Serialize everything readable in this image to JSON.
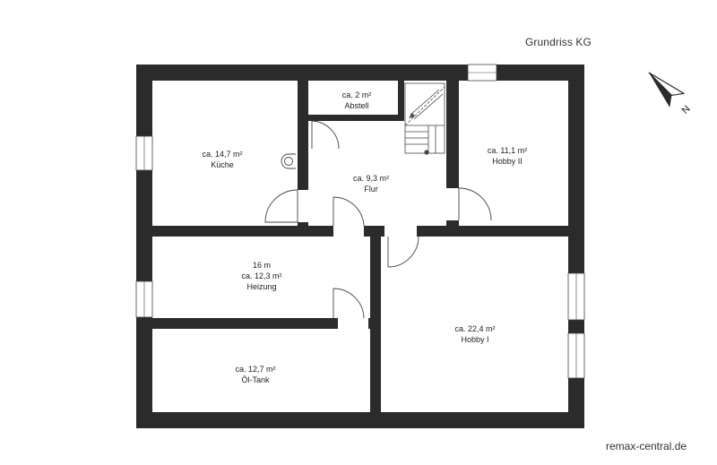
{
  "title": "Grundriss KG",
  "watermark": "remax-central.de",
  "compass": {
    "icon": "north-arrow-icon",
    "letter": "N"
  },
  "colors": {
    "wall": "#2b2b2b",
    "window": "#ffffff",
    "line": "#444444"
  },
  "rooms": [
    {
      "id": "kueche",
      "area": "ca. 14,7 m²",
      "name": "Küche"
    },
    {
      "id": "abstell",
      "area": "ca. 2 m²",
      "name": "Abstell"
    },
    {
      "id": "flur",
      "area": "ca. 9,3 m²",
      "name": "Flur"
    },
    {
      "id": "hobby2",
      "area": "ca. 11,1 m²",
      "name": "Hobby II"
    },
    {
      "id": "heizung",
      "extra": "16 m",
      "area": "ca. 12,3 m²",
      "name": "Heizung"
    },
    {
      "id": "hobby1",
      "area": "ca. 22,4 m²",
      "name": "Hobby I"
    },
    {
      "id": "oeltank",
      "area": "ca. 12,7 m²",
      "name": "Öl-Tank"
    }
  ]
}
